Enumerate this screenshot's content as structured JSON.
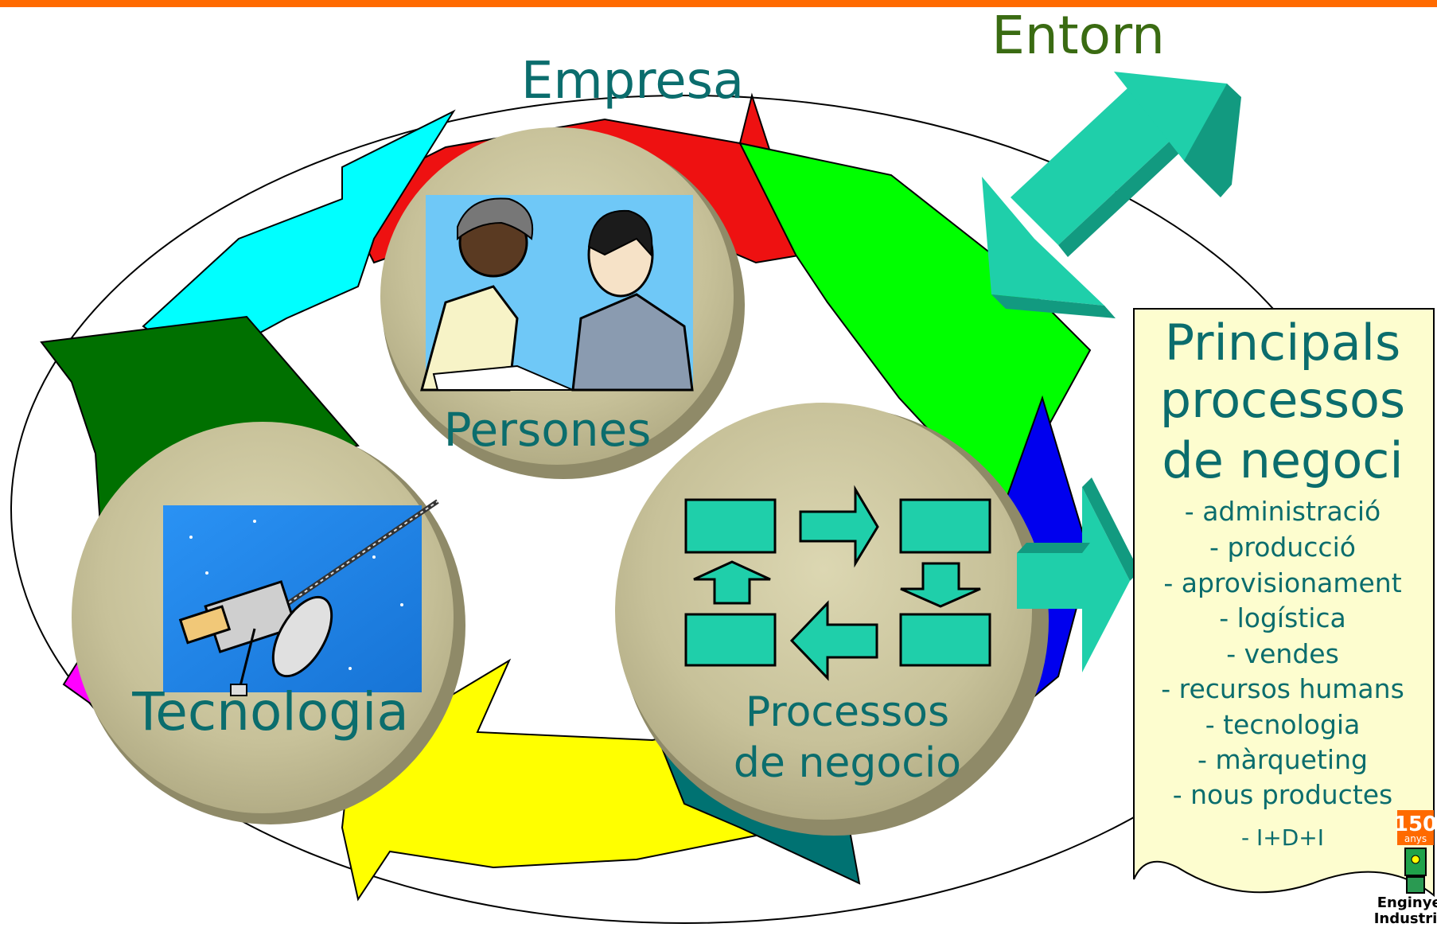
{
  "diagram": {
    "labels": {
      "environment": "Entorn",
      "company": "Empresa",
      "people": "Persones",
      "technology": "Tecnologia",
      "processes_line1": "Processos",
      "processes_line2": "de negocio"
    },
    "panel": {
      "title_line1": "Principals",
      "title_line2": "processos",
      "title_line3": "de negoci",
      "items": [
        "- administració",
        "- producció",
        "- aprovisionament",
        "- logística",
        "- vendes",
        "- recursos humans",
        "- tecnologia",
        "- màrqueting",
        "- nous productes",
        "- I+D+I"
      ]
    },
    "logo": {
      "line1": "150",
      "line2": "anys",
      "line3": "Enginyers",
      "line4": "Industrials"
    },
    "colors": {
      "top_bar": "#ff6a00",
      "label_teal": "#0b6d6d",
      "label_green": "#3a6b12",
      "panel_fill": "#fdfdcf",
      "arrow_teal": "#1fcfaa",
      "disc_fill": "#c9c39a"
    },
    "icons": [
      "meeting-people-clipart",
      "satellite-clipart",
      "process-flow-clipart",
      "double-arrow-icon",
      "right-arrow-icon"
    ]
  }
}
